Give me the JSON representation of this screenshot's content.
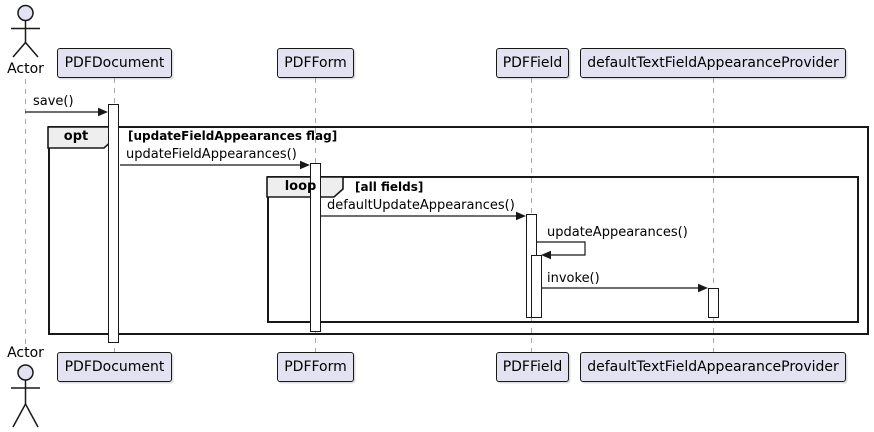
{
  "diagram": {
    "type": "uml-sequence-diagram",
    "renderer": "plantuml-style"
  },
  "colors": {
    "background": "#FFFFFF",
    "participant_fill": "#E2E2F0",
    "participant_border": "#181818",
    "fragment_border": "#181818",
    "pentagon_fill": "#EEEEEE",
    "lifeline": "#A8A8A8",
    "activation_fill": "#FFFFFF",
    "text": "#000000"
  },
  "actor": {
    "label": "Actor"
  },
  "participants": [
    {
      "label": "PDFDocument"
    },
    {
      "label": "PDFForm"
    },
    {
      "label": "PDFField"
    },
    {
      "label": "defaultTextFieldAppearanceProvider"
    }
  ],
  "messages": [
    {
      "label": "save()",
      "from": "Actor",
      "to": "PDFDocument"
    },
    {
      "label": "updateFieldAppearances()",
      "from": "PDFDocument",
      "to": "PDFForm"
    },
    {
      "label": "defaultUpdateAppearances()",
      "from": "PDFForm",
      "to": "PDFField"
    },
    {
      "label": "updateAppearances()",
      "from": "PDFField",
      "to": "PDFField",
      "self": true
    },
    {
      "label": "invoke()",
      "from": "PDFField",
      "to": "defaultTextFieldAppearanceProvider"
    }
  ],
  "fragments": [
    {
      "operator": "opt",
      "guard": "[updateFieldAppearances flag]"
    },
    {
      "operator": "loop",
      "guard": "[all fields]"
    }
  ]
}
